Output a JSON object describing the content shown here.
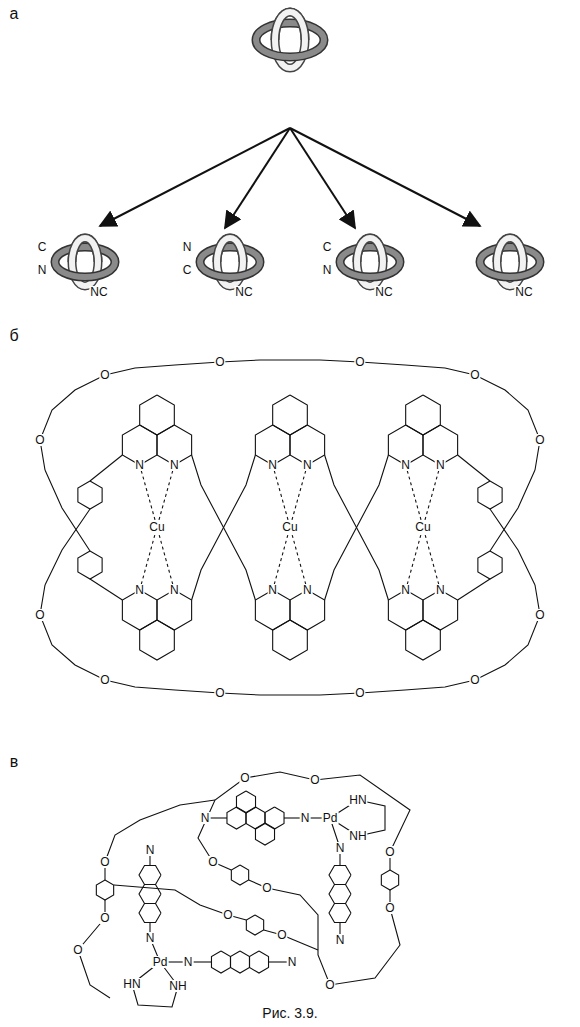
{
  "diagram": {
    "caption": "Рис. 3.9.",
    "labels": [
      "а",
      "C",
      "N",
      "NC",
      "N",
      "C",
      "NC",
      "C",
      "N",
      "NC",
      "NC",
      "б",
      "N",
      "N",
      "N",
      "N",
      "Cu",
      "N",
      "N",
      "N",
      "N",
      "Cu",
      "N",
      "N",
      "N",
      "N",
      "Cu",
      "O",
      "O",
      "O",
      "O",
      "O",
      "O",
      "O",
      "O",
      "O",
      "O",
      "O",
      "O",
      "в",
      "Pd",
      "HN",
      "NH",
      "Pd",
      "HN",
      "NH",
      "N",
      "N",
      "N",
      "N",
      "N",
      "N",
      "N",
      "N",
      "O",
      "O",
      "O",
      "O",
      "O",
      "O",
      "O",
      "O",
      "O",
      "O",
      "O",
      "O"
    ]
  }
}
